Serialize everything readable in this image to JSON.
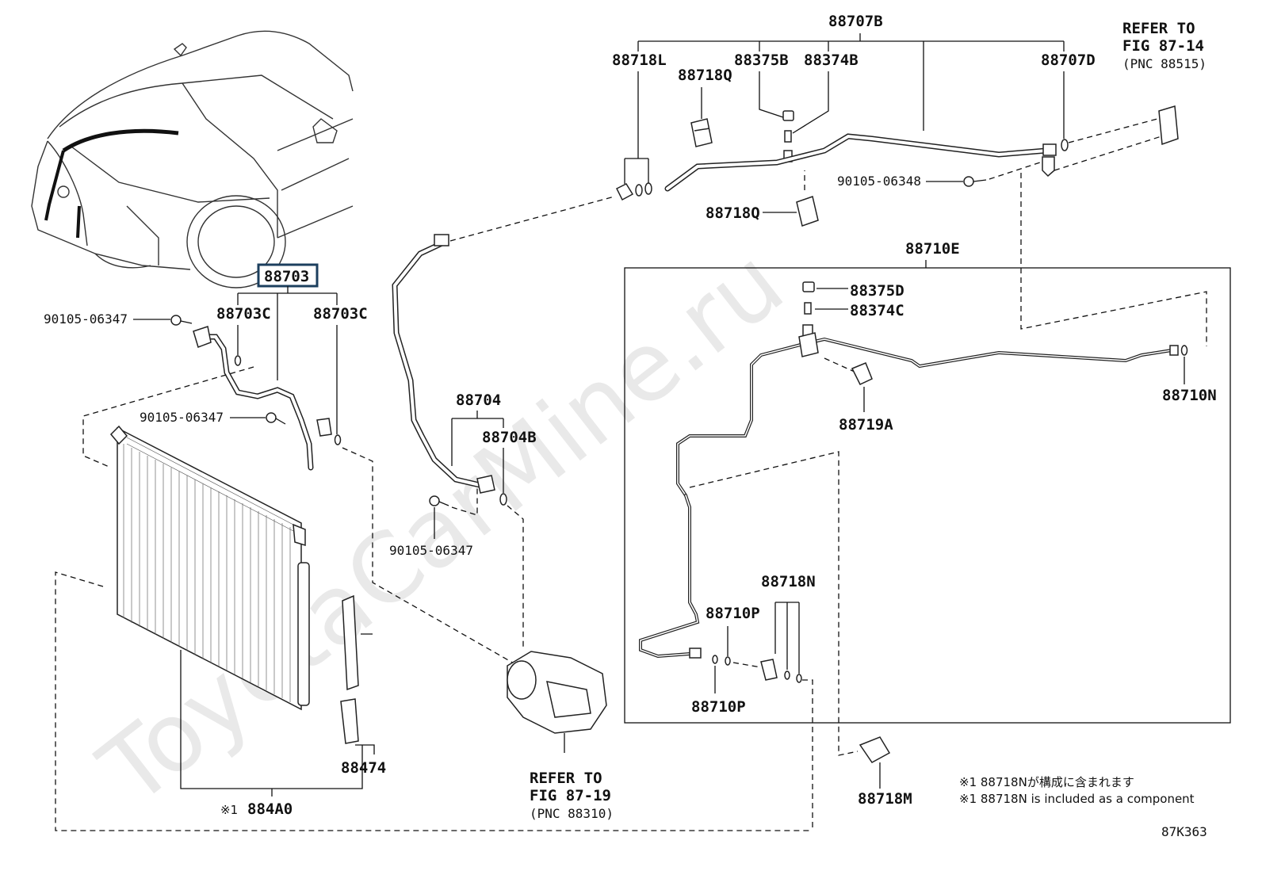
{
  "figure_code": "87K363",
  "watermark": "ToyotaCarMine.ru",
  "labels": {
    "p88707B": "88707B",
    "p88718L": "88718L",
    "p88375B": "88375B",
    "p88374B": "88374B",
    "p88707D": "88707D",
    "p88718Q_a": "88718Q",
    "p88718Q_b": "88718Q",
    "p90105_06348": "90105-06348",
    "p88710E": "88710E",
    "p88375D": "88375D",
    "p88374C": "88374C",
    "p88710N": "88710N",
    "p88719A": "88719A",
    "p88718N": "88718N",
    "p88710P_a": "88710P",
    "p88710P_b": "88710P",
    "p88718M": "88718M",
    "p88703": "88703",
    "p88703C_a": "88703C",
    "p88703C_b": "88703C",
    "p90105_06347_a": "90105-06347",
    "p90105_06347_b": "90105-06347",
    "p90105_06347_c": "90105-06347",
    "p88704": "88704",
    "p88704B": "88704B",
    "p88474": "88474",
    "p884A0": "884A0",
    "p884A0_mark": "※1"
  },
  "references": {
    "fig87_14": [
      "REFER TO",
      "FIG 87-14",
      "(PNC 88515)"
    ],
    "fig87_19": [
      "REFER TO",
      "FIG 87-19",
      "(PNC 88310)"
    ]
  },
  "notes": {
    "jp": "※1 88718Nが構成に含まれます",
    "en": "※1 88718N is included as a component"
  }
}
